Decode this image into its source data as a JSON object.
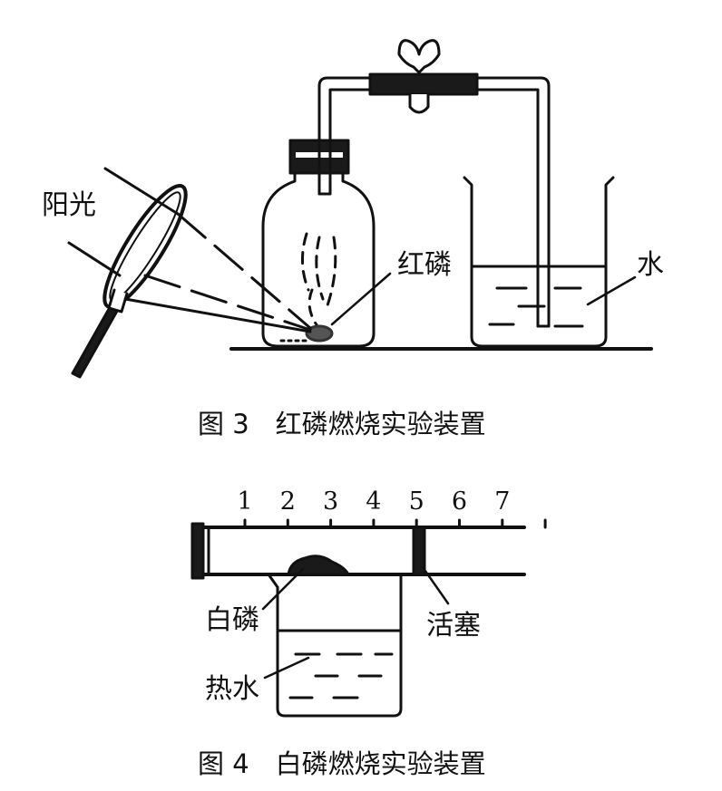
{
  "figure3": {
    "labels": {
      "sunlight": "阳光",
      "red_phosphorus": "红磷",
      "water": "水"
    },
    "caption": "图 3　红磷燃烧实验装置"
  },
  "figure4": {
    "scale_ticks": [
      "1",
      "2",
      "3",
      "4",
      "5",
      "6",
      "7"
    ],
    "labels": {
      "white_phosphorus": "白磷",
      "piston": "活塞",
      "hot_water": "热水"
    },
    "caption": "图 4　白磷燃烧实验装置"
  },
  "colors": {
    "ink": "#111111",
    "background": "#ffffff",
    "phosphorus": "#555555"
  }
}
